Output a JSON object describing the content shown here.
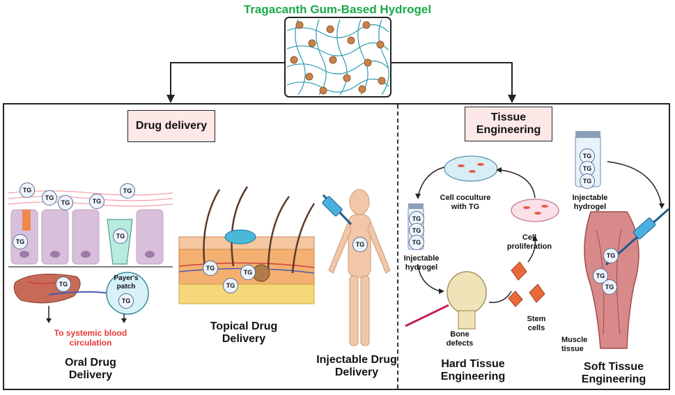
{
  "title": "Tragacanth Gum-Based Hydrogel",
  "sections": {
    "drug_delivery": "Drug delivery",
    "tissue_engineering": "Tissue Engineering"
  },
  "oral": {
    "tg": "TG",
    "payers_patch": "Payer's patch",
    "systemic": "To systemic blood circulation",
    "label": "Oral Drug Delivery"
  },
  "topical": {
    "tg": "TG",
    "label": "Topical Drug Delivery"
  },
  "injectable": {
    "tg": "TG",
    "label": "Injectable Drug Delivery"
  },
  "hard": {
    "tg": "TG",
    "cell_coculture": "Cell coculture with TG",
    "cell_proliferation": "Cell proliferation",
    "injectable_hydrogel": "Injectable hydrogel",
    "stem_cells": "Stem cells",
    "bone_defects": "Bone defects",
    "label": "Hard Tissue Engineering"
  },
  "soft": {
    "tg": "TG",
    "injectable_hydrogel": "Injectable hydrogel",
    "muscle_tissue": "Muscle tissue",
    "label": "Soft Tissue Engineering"
  },
  "colors": {
    "title": "#1aa84a",
    "systemic_text": "#e53935",
    "label_box": "#fde8e8"
  }
}
